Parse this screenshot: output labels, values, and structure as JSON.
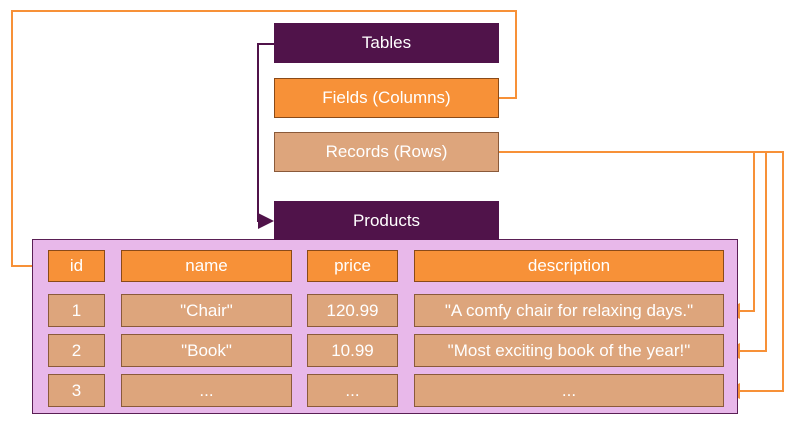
{
  "legend": {
    "tables": "Tables",
    "fields": "Fields (Columns)",
    "records": "Records (Rows)"
  },
  "table": {
    "title": "Products",
    "headers": [
      "id",
      "name",
      "price",
      "description"
    ],
    "rows": [
      [
        "1",
        "\"Chair\"",
        "120.99",
        "\"A comfy chair for relaxing days.\""
      ],
      [
        "2",
        "\"Book\"",
        "10.99",
        "\"Most exciting book of the year!\""
      ],
      [
        "3",
        "...",
        "...",
        "..."
      ]
    ]
  },
  "colors": {
    "dark_purple": "#50134a",
    "orange": "#f79138",
    "tan": "#dda57c",
    "table_bg": "#e8b8ea"
  }
}
